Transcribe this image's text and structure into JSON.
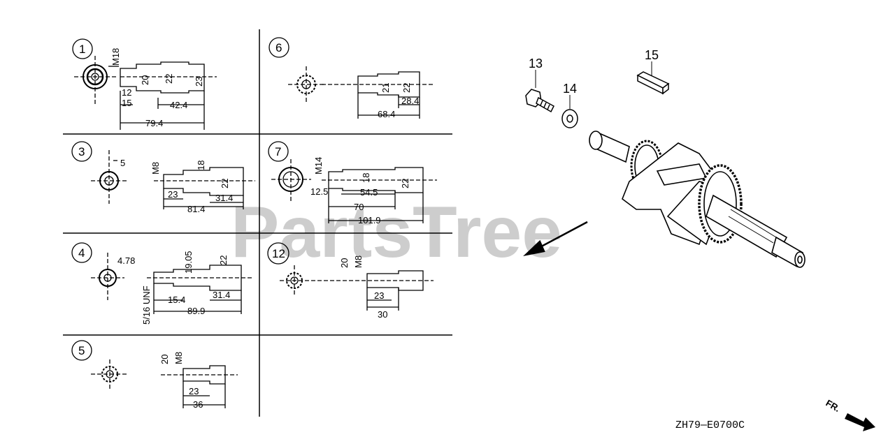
{
  "watermark": "PartsTree",
  "diagram_code": "ZH79—E0700C",
  "direction_label": "FR.",
  "callouts": {
    "p13": "13",
    "p14": "14",
    "p15": "15"
  },
  "variants": {
    "v1": {
      "num": "1",
      "d_thread": "M18",
      "d1": "20",
      "d2": "22",
      "d3": "23",
      "l1": "12",
      "l2": "15",
      "l3": "42.4",
      "l4": "79.4"
    },
    "v3": {
      "num": "3",
      "key": "5",
      "thread": "M8",
      "d1": "18",
      "d2": "22",
      "l1": "23",
      "l2": "31.4",
      "l3": "81.4"
    },
    "v4": {
      "num": "4",
      "key": "4.78",
      "d1": "19.05",
      "d2": "22",
      "thread": "5/16 UNF",
      "l1": "15.4",
      "l2": "31.4",
      "l3": "89.9"
    },
    "v5": {
      "num": "5",
      "d1": "20",
      "thread": "M8",
      "l1": "23",
      "l2": "36"
    },
    "v6": {
      "num": "6",
      "d1": "21",
      "d2": "22",
      "l1": "28.4",
      "l2": "68.4"
    },
    "v7": {
      "num": "7",
      "thread": "M14",
      "d1": "18",
      "d2": "22",
      "l0": "12.5",
      "l1": "54.5",
      "l2": "70",
      "l3": "101.9"
    },
    "v12": {
      "num": "12",
      "d1": "20",
      "thread": "M8",
      "l1": "23",
      "l2": "30"
    }
  }
}
